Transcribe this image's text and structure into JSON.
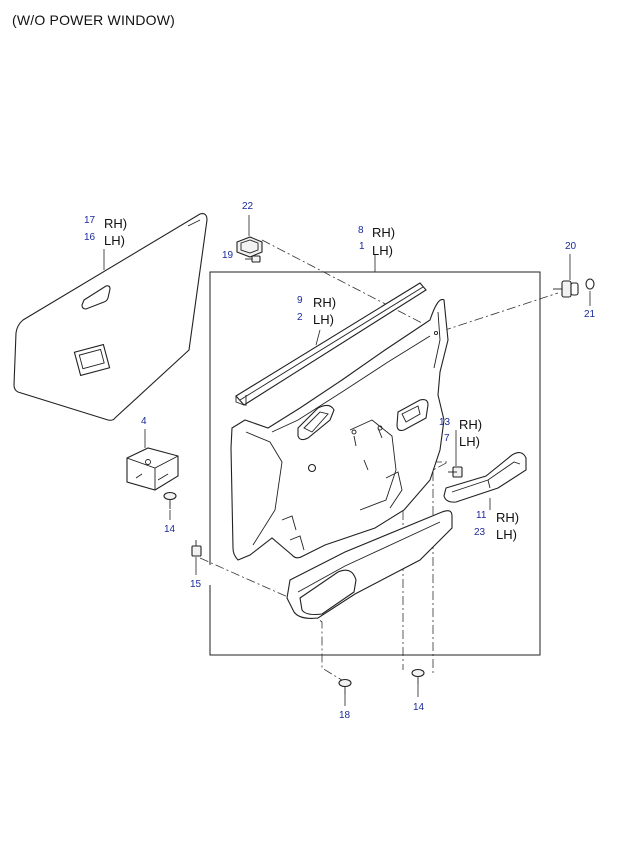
{
  "title": "(W/O POWER WINDOW)",
  "callouts": {
    "c17": "17",
    "c16": "16",
    "c22": "22",
    "c19": "19",
    "c8": "8",
    "c1": "1",
    "c20": "20",
    "c21": "21",
    "c9": "9",
    "c2": "2",
    "c4": "4",
    "c14a": "14",
    "c13": "13",
    "c7": "7",
    "c11": "11",
    "c23": "23",
    "c15": "15",
    "c18": "18",
    "c14b": "14"
  },
  "sides": {
    "rh": "RH)",
    "lh": "LH)"
  }
}
